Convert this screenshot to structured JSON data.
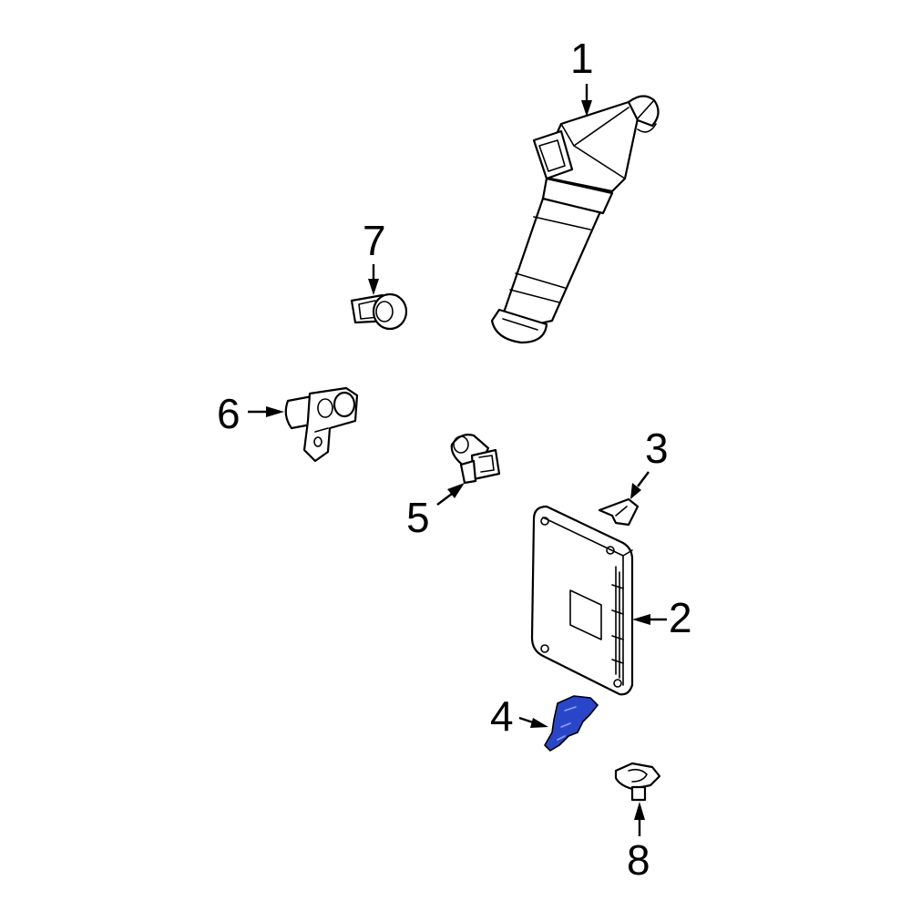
{
  "callouts": {
    "c1": "1",
    "c2": "2",
    "c3": "3",
    "c4": "4",
    "c5": "5",
    "c6": "6",
    "c7": "7",
    "c8": "8"
  },
  "colors": {
    "highlight": "#2a46c8",
    "line": "#000000",
    "background": "#ffffff"
  }
}
